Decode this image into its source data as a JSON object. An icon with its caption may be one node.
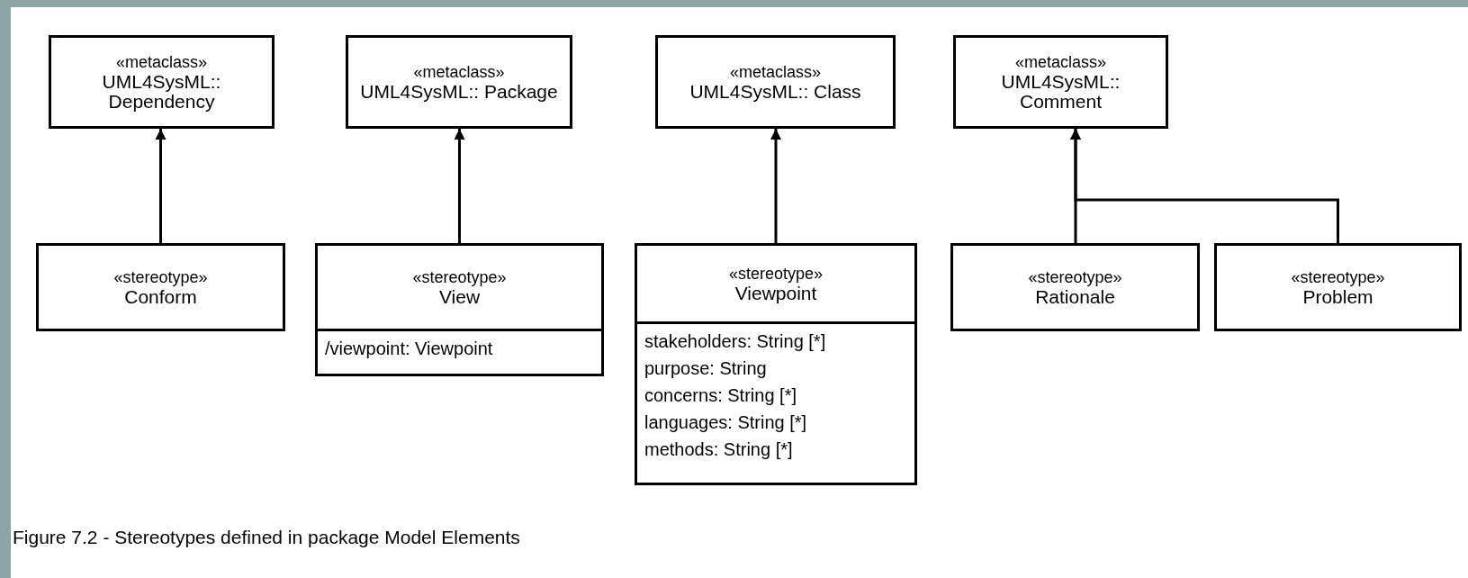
{
  "diagram": {
    "caption": "Figure 7.2 - Stereotypes defined in package Model Elements",
    "nodes": [
      {
        "text": [
          "«metaclass»",
          "UML4SysML:: Dependency"
        ]
      },
      {
        "text": [
          "«metaclass»",
          "UML4SysML:: Package"
        ]
      },
      {
        "text": [
          "«metaclass»",
          "UML4SysML:: Class"
        ]
      },
      {
        "text": [
          "«metaclass»",
          "UML4SysML:: Comment"
        ]
      },
      {
        "text": [
          "«stereotype»",
          "Conform"
        ]
      },
      {
        "text": [
          "«stereotype»",
          "View",
          "/viewpoint: Viewpoint"
        ]
      },
      {
        "text": [
          "«stereotype»",
          "Viewpoint",
          "stakeholders: String [*]",
          "purpose: String",
          "concerns: String [*]",
          "languages: String [*]",
          "methods: String [*]"
        ]
      },
      {
        "text": [
          "«stereotype»",
          "Rationale"
        ]
      },
      {
        "text": [
          "«stereotype»",
          "Problem"
        ]
      }
    ],
    "edges": [
      {
        "from": 4,
        "to": 0,
        "arrow": "to"
      },
      {
        "from": 5,
        "to": 1,
        "arrow": "to"
      },
      {
        "from": 6,
        "to": 2,
        "arrow": "to"
      },
      {
        "from": 7,
        "to": 3,
        "arrow": "to"
      },
      {
        "from": 8,
        "to": 3,
        "arrow": "to"
      }
    ]
  }
}
